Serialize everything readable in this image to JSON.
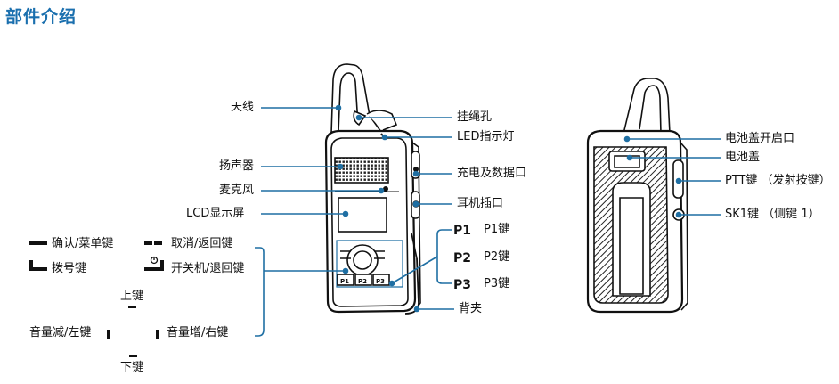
{
  "title": "部件介绍",
  "front": {
    "left_labels": {
      "antenna": "天线",
      "speaker": "扬声器",
      "microphone": "麦克风",
      "lcd": "LCD显示屏"
    },
    "right_labels": {
      "lanyard_hole": "挂绳孔",
      "led": "LED指示灯",
      "charge_port": "充电及数据口",
      "earphone_jack": "耳机插口",
      "belt_clip": "背夹"
    },
    "p_keys": [
      {
        "glyph": "P1",
        "label": "P1键"
      },
      {
        "glyph": "P2",
        "label": "P2键"
      },
      {
        "glyph": "P3",
        "label": "P3键"
      }
    ]
  },
  "keypad_legend": {
    "ok_menu": "确认/菜单键",
    "cancel_back": "取消/返回键",
    "dial": "拨号键",
    "power_back": "开关机/退回键",
    "up": "上键",
    "vol_down_left": "音量减/左键",
    "vol_up_right": "音量增/右键",
    "down": "下键"
  },
  "back": {
    "battery_cover_release": "电池盖开启口",
    "battery_cover": "电池盖",
    "ptt_key": "PTT键 （发射按键）",
    "sk1_key": "SK1键 （侧键 1）"
  },
  "colors": {
    "title": "#1a6fae",
    "callout": "#1f6fa3",
    "outline": "#111111"
  }
}
